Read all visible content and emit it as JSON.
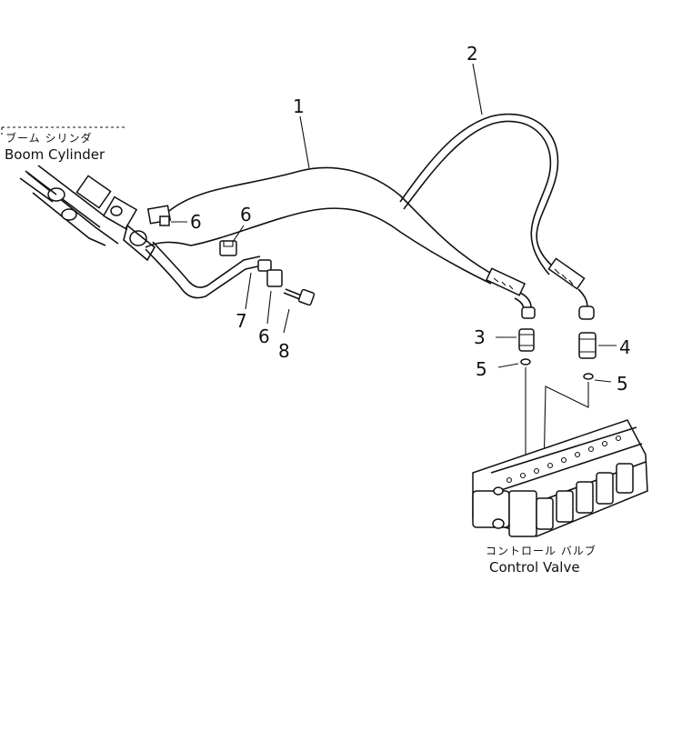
{
  "labels": {
    "boom_cylinder_jp": "ブーム シリンダ",
    "boom_cylinder_en": "Boom Cylinder",
    "control_valve_jp": "コントロール バルブ",
    "control_valve_en": "Control Valve"
  },
  "callouts": {
    "p1": "1",
    "p2": "2",
    "p3": "3",
    "p4": "4",
    "p5a": "5",
    "p5b": "5",
    "p6a": "6",
    "p6b": "6",
    "p6c": "6",
    "p7": "7",
    "p8": "8"
  }
}
